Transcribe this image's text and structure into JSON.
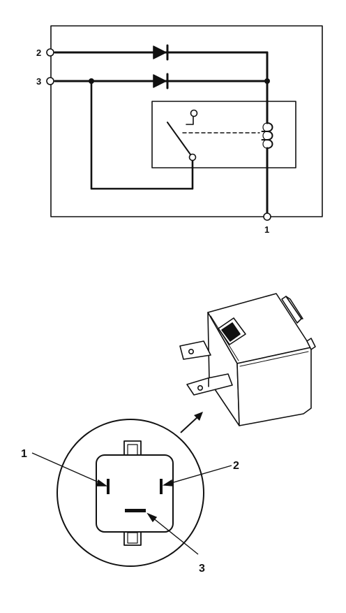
{
  "schematic": {
    "terminal_labels": {
      "t2": "2",
      "t3": "3",
      "t1": "1"
    }
  },
  "connector": {
    "callouts": {
      "c1": "1",
      "c2": "2",
      "c3": "3"
    }
  }
}
